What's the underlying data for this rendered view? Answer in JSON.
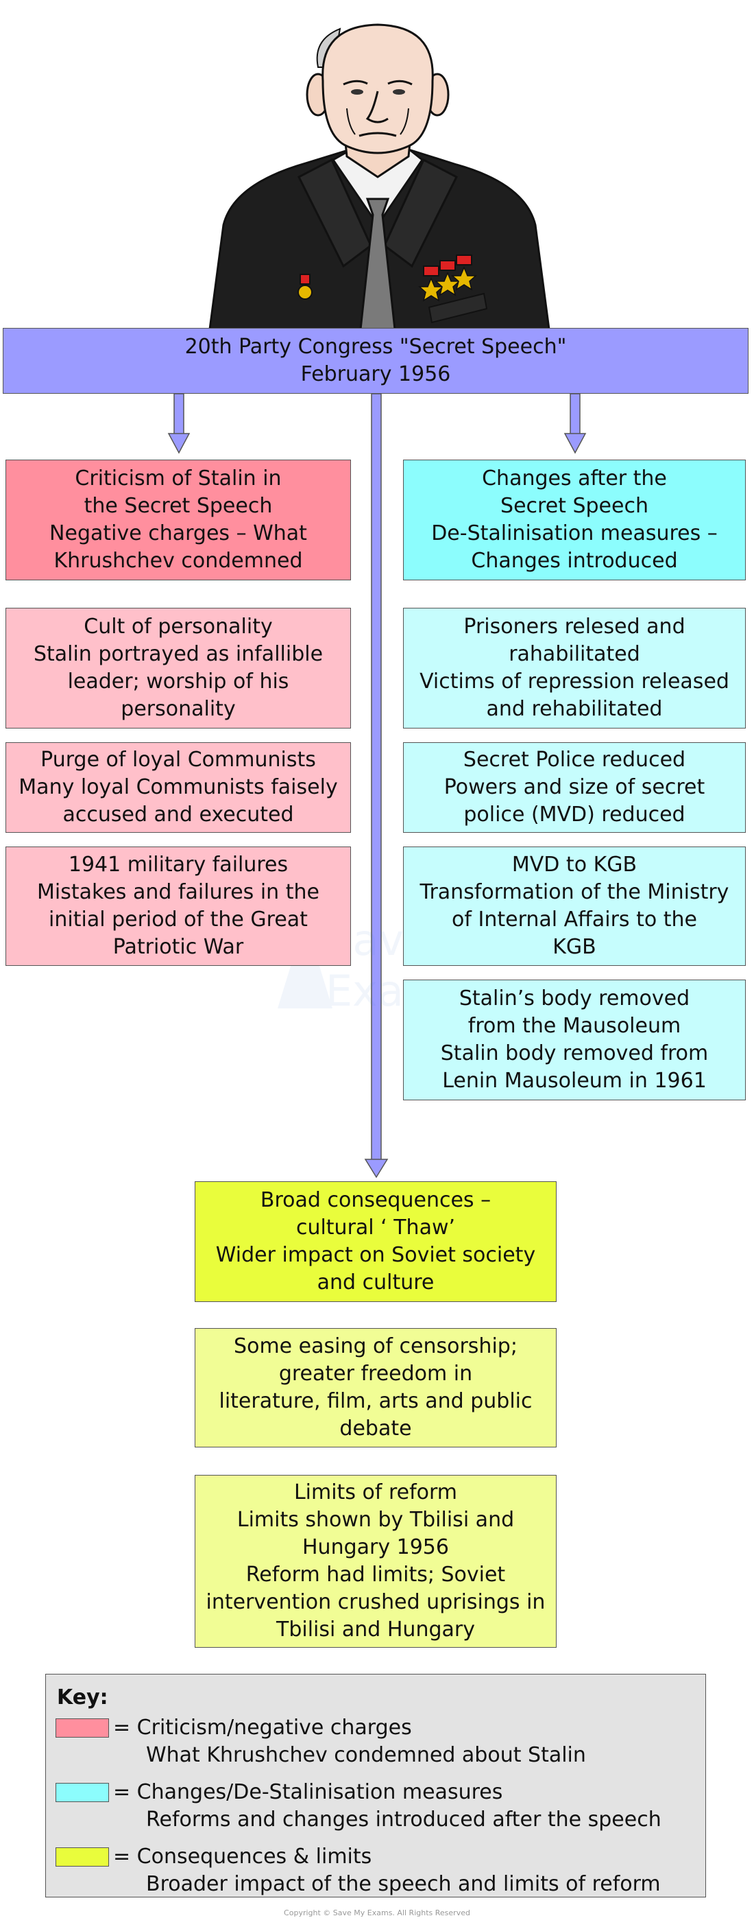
{
  "banner": {
    "line1": "20th Party Congress \"Secret Speech\"",
    "line2": "February 1956"
  },
  "left_column": {
    "header": {
      "title_line1": "Criticism of Stalin in",
      "title_line2": "the Secret Speech",
      "body_line1": "Negative charges – What",
      "body_line2": "Khrushchev condemned"
    },
    "items": [
      {
        "title": "Cult of personality",
        "body_line1": "Stalin portrayed as infallible",
        "body_line2": "leader; worship of his",
        "body_line3": "personality"
      },
      {
        "title": "Purge of loyal Communists",
        "body_line1": "Many loyal Communists faisely",
        "body_line2": "accused and executed"
      },
      {
        "title": "1941 military failures",
        "body_line1": "Mistakes and failures in the",
        "body_line2": "initial period of the Great",
        "body_line3": "Patriotic War"
      }
    ]
  },
  "right_column": {
    "header": {
      "title_line1": "Changes after the",
      "title_line2": "Secret Speech",
      "body_line1": "De-Stalinisation measures –",
      "body_line2": "Changes introduced"
    },
    "items": [
      {
        "title_line1": "Prisoners relesed and",
        "title_line2": "rahabilitated",
        "body_line1": "Victims of repression released",
        "body_line2": "and rehabilitated"
      },
      {
        "title": "Secret Police reduced",
        "body_line1": "Powers and size of secret",
        "body_line2": "police (MVD) reduced"
      },
      {
        "title": "MVD to KGB",
        "body_line1": "Transformation of the Ministry",
        "body_line2": "of Internal Affairs to the",
        "body_line3": "KGB"
      },
      {
        "title_line1": "Stalin’s body removed",
        "title_line2": "from the Mausoleum",
        "body_line1": "Stalin body removed from",
        "body_line2": "Lenin Mausoleum in 1961"
      }
    ]
  },
  "center_column": {
    "header": {
      "title_line1": "Broad consequences –",
      "title_line2": "cultural ‘ Thaw’",
      "body_line1": "Wider impact on Soviet society",
      "body_line2": "and culture"
    },
    "items": [
      {
        "body_line1": "Some easing of censorship;",
        "body_line2": "greater freedom in",
        "body_line3": "literature, film, arts and public",
        "body_line4": "debate"
      },
      {
        "title_line1": "Limits of reform",
        "title_line2": "Limits shown by Tbilisi and",
        "title_line3": "Hungary 1956",
        "body_line1": "Reform had limits; Soviet",
        "body_line2": "intervention crushed uprisings in",
        "body_line3": "Tbilisi and Hungary"
      }
    ]
  },
  "key": {
    "title": "Key:",
    "entries": [
      {
        "color": "#ff8f9e",
        "line1": "= Criticism/negative charges",
        "line2": "What Khrushchev condemned about Stalin"
      },
      {
        "color": "#8cfdfd",
        "line1": "= Changes/De-Stalinisation measures",
        "line2": "Reforms and changes introduced after the speech"
      },
      {
        "color": "#e9fd3c",
        "line1": "= Consequences & limits",
        "line2": "Broader impact of the speech and limits of reform"
      }
    ]
  },
  "watermark": {
    "line1": "Save My",
    "line2": "Exams"
  },
  "copyright": "Copyright © Save My Exams. All Rights Reserved",
  "colors": {
    "banner": "#9b9bff",
    "connector": "#9b9bff",
    "criticism_header": "#ff8f9e",
    "criticism_item": "#ffc0ca",
    "changes_header": "#8cfdfd",
    "changes_item": "#c6fdfd",
    "consequences_header": "#e9fd3c",
    "consequences_item": "#f1fd95",
    "key_background": "#e3e3e3"
  },
  "icons": {
    "portrait": "khrushchev-portrait"
  }
}
